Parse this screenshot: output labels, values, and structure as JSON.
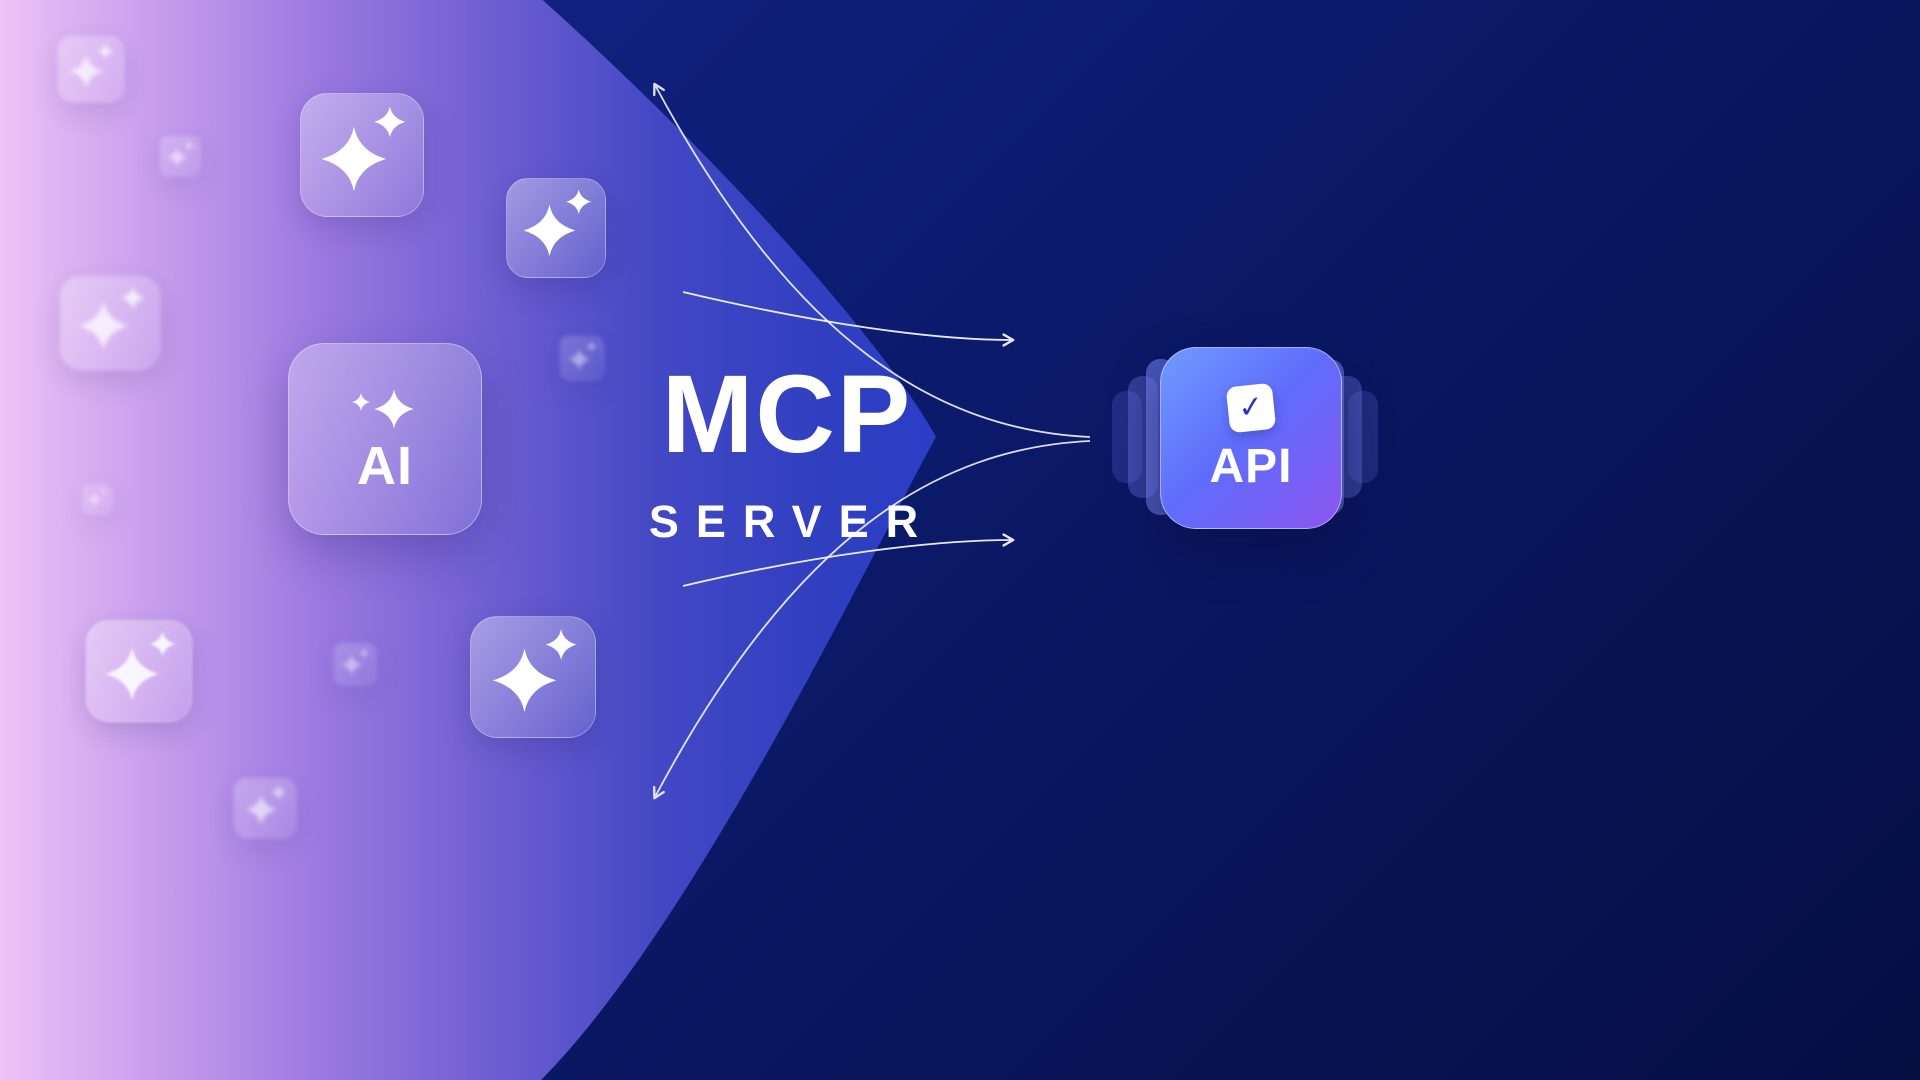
{
  "graphic": {
    "mcp_title": "MCP",
    "mcp_subtitle": "SERVER",
    "ai_label": "AI",
    "api_label": "API",
    "check_glyph": "✓"
  },
  "icons": {
    "sparkle": "four-point-sparkle-icon",
    "check": "checkmark-icon",
    "arrows": [
      "arrow-up-left",
      "arrow-right-top",
      "arrow-right-bottom",
      "arrow-down-left"
    ]
  },
  "colors": {
    "bg_left_lavender": "#ecc3f6",
    "bg_purple": "#9b79e0",
    "bg_violet_blue": "#6f5fd2",
    "bg_blue": "#2f3fc0",
    "bg_navy": "#0b1a6d",
    "bg_navy_dark": "#060e42",
    "api_gradient_start": "#6f9bff",
    "api_gradient_mid": "#5f6cfb",
    "api_gradient_end": "#8d55f0",
    "check_blue": "#2b33c4",
    "white": "#ffffff"
  }
}
